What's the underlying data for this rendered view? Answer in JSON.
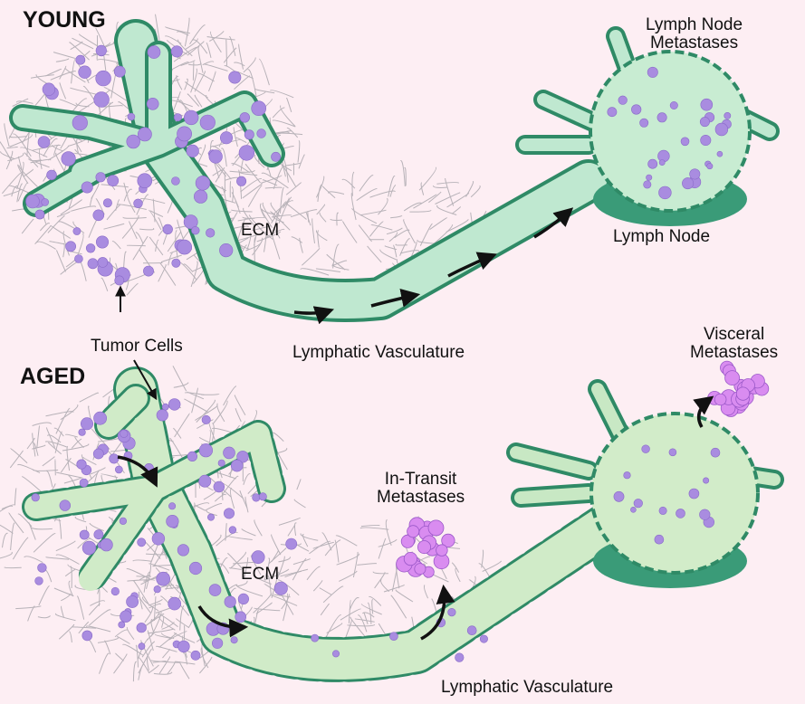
{
  "panels": {
    "young": {
      "heading": "YOUNG",
      "labels": {
        "ecm": "ECM",
        "lymph_node": "Lymph Node",
        "ln_metastases_1": "Lymph Node",
        "ln_metastases_2": "Metastases",
        "vasculature": "Lymphatic Vasculature"
      }
    },
    "shared": {
      "tumor_cells": "Tumor Cells"
    },
    "aged": {
      "heading": "AGED",
      "labels": {
        "ecm": "ECM",
        "in_transit_1": "In-Transit",
        "in_transit_2": "Metastases",
        "visceral_1": "Visceral",
        "visceral_2": "Metastases",
        "vasculature": "Lymphatic Vasculature"
      }
    }
  },
  "colors": {
    "background": "#fdeef3",
    "vessel_fill": "#bfe8d0",
    "vessel_edge": "#2f8a66",
    "node_fill": "#c8ecd2",
    "tumor_cell": "#a98ce0",
    "metastasis_cluster": "#d98cf0",
    "ecm_fiber": "#b7b2b8"
  }
}
